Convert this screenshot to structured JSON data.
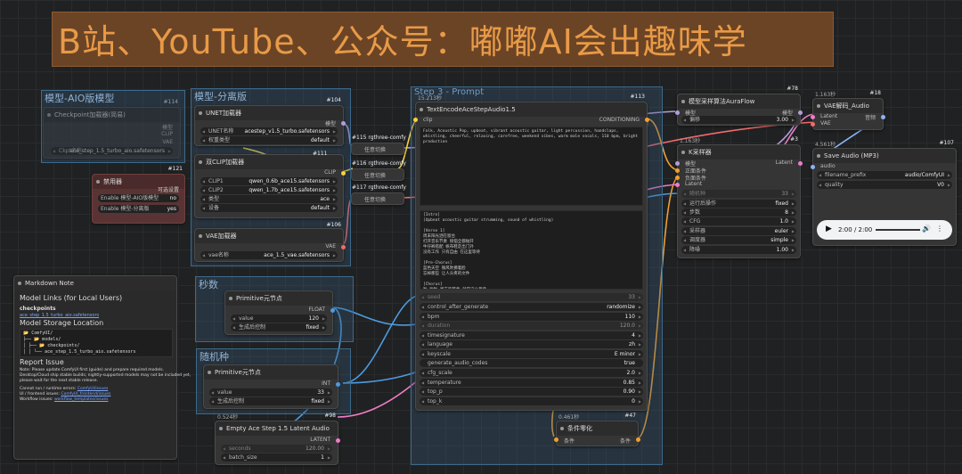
{
  "banner": {
    "title": "B站、YouTube、公众号：嘟嘟AI会出趣味学"
  },
  "groups": {
    "aio": "模型-AIO版模型",
    "split": "模型-分离版",
    "step3": "Step 3 - Prompt",
    "seconds": "秒数",
    "seed": "随机种"
  },
  "checkpoint_node": {
    "id": "#114",
    "title": "Checkpoint加载器(简易)",
    "out_model": "模型",
    "out_clip": "CLIP",
    "out_vae": "VAE",
    "ckpt_label": "Ckpt名称",
    "ckpt_value": "ace_step_1.5_turbo_aio.safetensors"
  },
  "switch_node": {
    "id": "#121",
    "title": "禁用器",
    "header_right": "可选设置",
    "row1_label": "Enable 模型-AIO版模型",
    "row1_value": "no",
    "row2_label": "Enable 模型-分离版",
    "row2_value": "yes"
  },
  "unet_node": {
    "id": "#104",
    "title": "UNET加载器",
    "out_model": "模型",
    "unet_label": "UNET名称",
    "unet_value": "acestep_v1.5_turbo.safetensors",
    "dtype_label": "权重类型",
    "dtype_value": "default"
  },
  "dualclip_node": {
    "title": "双CLIP加载器",
    "out_clip": "CLIP",
    "clip1_label": "CLIP1",
    "clip1_value": "qwen_0.6b_ace15.safetensors",
    "clip2_label": "CLIP2",
    "clip2_value": "qwen_1.7b_ace15.safetensors",
    "type_label": "类型",
    "type_value": "ace",
    "device_label": "设备",
    "device_value": "default"
  },
  "vae_node": {
    "id": "#106",
    "title": "VAE加载器",
    "out_vae": "VAE",
    "vae_label": "vae名称",
    "vae_value": "ace_1.5_vae.safetensors"
  },
  "reroutes": {
    "r1_id": "#115 rgthree-comfy",
    "r1_label": "任意切换",
    "r2_id": "#111",
    "r2_extra": "#116 rgthree-comfy",
    "r2_label": "任意切换",
    "r3_id": "#117 rgthree-comfy",
    "r3_label": "任意切换"
  },
  "markdown_node": {
    "title": "Markdown Note",
    "h1": "Model Links (for Local Users)",
    "checkpoints": "checkpoints",
    "ckpt_link": "ace_step_1.5_turbo_aio.safetensors",
    "h2": "Model Storage Location",
    "tree1": "📂 ComfyUI/",
    "tree2": "├── 📂 models/",
    "tree3": "│   ├── 📂 checkpoints/",
    "tree4": "│   │   └── ace_step_1.5_turbo_aio.safetensors",
    "h3": "Report Issue",
    "note1": "Note: Please update ComfyUI first (guide) and prepare required models.",
    "note2": "Desktop/Cloud ship stable builds; nightly-supported models may not be included yet,",
    "note3": "please wait for the next stable release.",
    "issue1_label": "Cannot run / runtime errors:",
    "issue1_link": "ComfyUI/issues",
    "issue2_label": "UI / frontend issues:",
    "issue2_link": "ComfyUI_frontend/issues",
    "issue3_label": "Workflow issues:",
    "issue3_link": "workflow_templates/issues"
  },
  "primitive_seconds": {
    "title": "Primitive元节点",
    "out": "FLOAT",
    "value_label": "value",
    "value": "120",
    "control_label": "生成后控制",
    "control_value": "fixed"
  },
  "primitive_seed": {
    "title": "Primitive元节点",
    "out": "INT",
    "value_label": "value",
    "value": "33",
    "control_label": "生成后控制",
    "control_value": "fixed"
  },
  "latent_node": {
    "id": "#98",
    "time": "0.524秒",
    "title": "Empty Ace Step 1.5 Latent Audio",
    "out": "LATENT",
    "seconds_label": "seconds",
    "seconds_value": "120.00",
    "batch_label": "batch_size",
    "batch_value": "1"
  },
  "text_encode_node": {
    "id": "#113",
    "time": "15.213秒",
    "title": "TextEncodeAceStepAudio1.5",
    "in_clip": "clip",
    "out": "CONDITIONING",
    "tags": "Folk, Acoustic Pop, upbeat, vibrant acoustic guitar, light percussion, handclaps, whistling, cheerful, relaxing, carefree, weekend vibes, warm male vocals, 110 bpm, bright production",
    "lyrics": "[Intro]\n(Upbeat acoustic guitar strumming, sound of whistling)\n\n[Verse 1]\n周末阳光洒在窗台\n打开音乐节奏 烦恼全都抛开\n牛仔裤搭配 帆布鞋走出门外\n没有工作 只有自由 在这里等待\n\n[Pre-Chorus]\n蓝色天空 微风吹拂着脸\n忘掉那些 让人头疼的文件\n\n[Chorus]\n啦 啦啦 周末的节奏 就是这么简单\n抛开琐碎 我们尽情欢呼\n没有什么 能阻挡我们 快乐\n穿越大街小巷 尽情享受",
    "seed_label": "seed",
    "seed_value": "33",
    "cag_label": "control_after_generate",
    "cag_value": "randomize",
    "bpm_label": "bpm",
    "bpm_value": "110",
    "duration_label": "duration",
    "duration_value": "120.0",
    "ts_label": "timesignature",
    "ts_value": "4",
    "lang_label": "language",
    "lang_value": "zh",
    "key_label": "keyscale",
    "key_value": "E minor",
    "gac_label": "generate_audio_codes",
    "gac_value": "true",
    "cfg_label": "cfg_scale",
    "cfg_value": "2.0",
    "temp_label": "temperature",
    "temp_value": "0.85",
    "topp_label": "top_p",
    "topp_value": "0.90",
    "topk_label": "top_k",
    "topk_value": "0"
  },
  "conditioning_zero": {
    "id": "#47",
    "time": "0.461秒",
    "title": "条件零化",
    "in": "条件",
    "out": "条件"
  },
  "model_sampling": {
    "id": "#78",
    "title": "模型采样算法AuraFlow",
    "in_model": "模型",
    "out_model": "模型",
    "shift_label": "偏移",
    "shift_value": "3.00"
  },
  "ksampler": {
    "id": "#3",
    "time": "1.163秒",
    "title": "K采样器",
    "out": "Latent",
    "in_model": "模型",
    "in_pos": "正面条件",
    "in_neg": "负面条件",
    "in_latent": "Latent",
    "seed_label": "随机种",
    "seed_value": "33",
    "control_label": "运行后操作",
    "control_value": "fixed",
    "steps_label": "步数",
    "steps_value": "8",
    "cfg_label": "CFG",
    "cfg_value": "1.0",
    "sampler_label": "采样器",
    "sampler_value": "euler",
    "scheduler_label": "调度器",
    "scheduler_value": "simple",
    "denoise_label": "降噪",
    "denoise_value": "1.00"
  },
  "vae_decode": {
    "id": "#18",
    "time": "1.163秒",
    "title": "VAE解码_Audio",
    "in_latent": "Latent",
    "in_vae": "VAE",
    "out": "音频"
  },
  "save_audio": {
    "id": "#107",
    "time": "4.561秒",
    "title": "Save Audio (MP3)",
    "in_audio": "audio",
    "prefix_label": "filename_prefix",
    "prefix_value": "audio/ComfyUI",
    "quality_label": "quality",
    "quality_value": "V0",
    "player_time": "2:00 / 2:00"
  },
  "colors": {
    "model": "#b39ddb",
    "clip": "#f5d142",
    "vae": "#f26b6b",
    "conditioning": "#f0a030",
    "latent": "#f07cc8",
    "audio": "#8ab4f8",
    "float": "#4c9be0"
  }
}
